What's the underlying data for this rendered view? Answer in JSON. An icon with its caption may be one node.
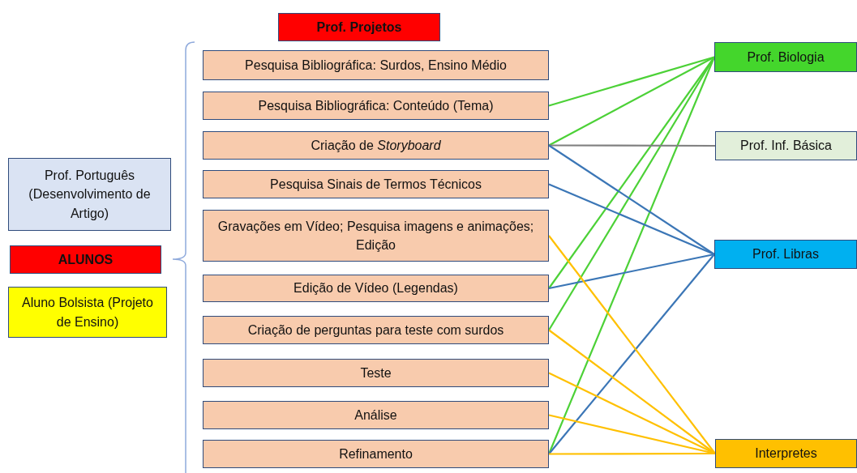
{
  "diagram": {
    "nodes": [
      {
        "text": [
          "Prof. Projetos"
        ]
      },
      {
        "text": [
          "Prof. Português (Desenvolvimento de Artigo)"
        ]
      },
      {
        "text": [
          "ALUNOS"
        ]
      },
      {
        "text": [
          "Aluno Bolsista (Projeto de Ensino)"
        ]
      },
      {
        "text": [
          "Pesquisa Bibliográfica: Surdos, Ensino Médio"
        ]
      },
      {
        "text": [
          "Pesquisa Bibliográfica: Conteúdo (Tema)"
        ]
      },
      {
        "text": [
          "Criação de *Storyboard*"
        ]
      },
      {
        "text": [
          "Pesquisa Sinais de Termos Técnicos"
        ]
      },
      {
        "text": [
          "Gravações em Vídeo; Pesquisa imagens e animações; Edição"
        ]
      },
      {
        "text": [
          "Edição de Vídeo (Legendas)"
        ]
      },
      {
        "text": [
          "Criação de perguntas para teste com surdos"
        ]
      },
      {
        "text": [
          "Teste"
        ]
      },
      {
        "text": [
          "Análise"
        ]
      },
      {
        "text": [
          "Refinamento"
        ]
      },
      {
        "text": [
          "Prof. Biologia"
        ]
      },
      {
        "text": [
          "Prof. Inf. Básica"
        ]
      },
      {
        "text": [
          "Prof. Libras"
        ]
      },
      {
        "text": [
          "Interpretes"
        ]
      }
    ],
    "edges": [
      {
        "from": 5,
        "to": 14,
        "arrow": "none",
        "color": "#4cd137"
      },
      {
        "from": 6,
        "to": 14,
        "arrow": "none",
        "color": "#4cd137"
      },
      {
        "from": 9,
        "to": 14,
        "arrow": "none",
        "color": "#4cd137"
      },
      {
        "from": 10,
        "to": 14,
        "arrow": "none",
        "color": "#4cd137"
      },
      {
        "from": 13,
        "to": 14,
        "arrow": "none",
        "color": "#4cd137"
      },
      {
        "from": 6,
        "to": 15,
        "arrow": "none",
        "color": "#808080"
      },
      {
        "from": 6,
        "to": 16,
        "arrow": "none",
        "color": "#3b76b6"
      },
      {
        "from": 7,
        "to": 16,
        "arrow": "none",
        "color": "#3b76b6"
      },
      {
        "from": 9,
        "to": 16,
        "arrow": "none",
        "color": "#3b76b6"
      },
      {
        "from": 13,
        "to": 16,
        "arrow": "none",
        "color": "#3b76b6"
      },
      {
        "from": 8,
        "to": 17,
        "arrow": "none",
        "color": "#ffc000"
      },
      {
        "from": 10,
        "to": 17,
        "arrow": "none",
        "color": "#ffc000"
      },
      {
        "from": 11,
        "to": 17,
        "arrow": "none",
        "color": "#ffc000"
      },
      {
        "from": 12,
        "to": 17,
        "arrow": "none",
        "color": "#ffc000"
      },
      {
        "from": 13,
        "to": 17,
        "arrow": "none",
        "color": "#ffc000"
      }
    ]
  }
}
